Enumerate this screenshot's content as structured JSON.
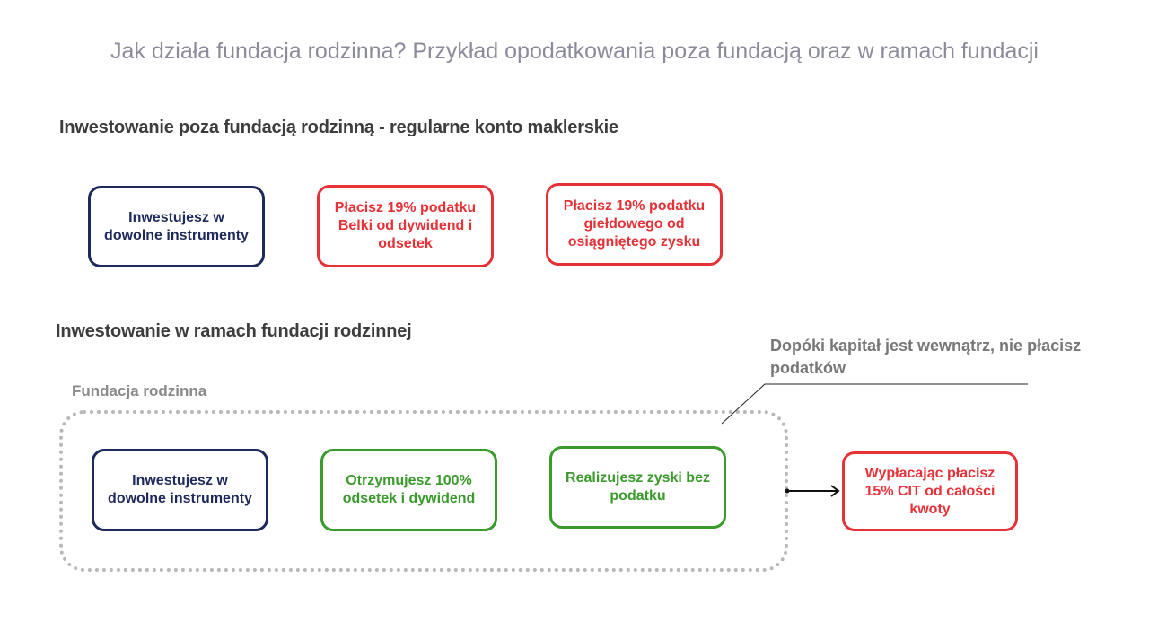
{
  "title": "Jak działa fundacja rodzinna? Przykład opodatkowania poza fundacją oraz w ramach fundacji",
  "section_outside": {
    "heading": "Inwestowanie poza fundacją rodzinną - regularne konto maklerskie",
    "boxes": [
      {
        "text": "Inwestujesz w dowolne instrumenty",
        "color": "#1f2a5c"
      },
      {
        "text": "Płacisz 19% podatku Belki od dywidend i odsetek",
        "color": "#e53238"
      },
      {
        "text": "Płacisz 19% podatku giełdowego od osiągniętego zysku",
        "color": "#e53238"
      }
    ]
  },
  "section_inside": {
    "heading": "Inwestowanie w ramach fundacji rodzinnej",
    "annotation": "Dopóki kapitał jest wewnątrz, nie płacisz podatków",
    "foundation_label": "Fundacja rodzinna",
    "boxes": [
      {
        "text": "Inwestujesz w dowolne instrumenty",
        "color": "#1f2a5c"
      },
      {
        "text": "Otrzymujesz 100% odsetek i dywidend",
        "color": "#3a9a2c"
      },
      {
        "text": "Realizujesz zyski bez podatku",
        "color": "#3a9a2c"
      }
    ],
    "outside_box": {
      "text": "Wypłacając płacisz 15% CIT od całości kwoty",
      "color": "#e53238"
    }
  },
  "colors": {
    "title": "#8b8b9a",
    "heading": "#3d3d3d",
    "navy": "#1f2a5c",
    "red": "#e53238",
    "green": "#3a9a2c",
    "dotted_border": "#b8b8b8"
  }
}
